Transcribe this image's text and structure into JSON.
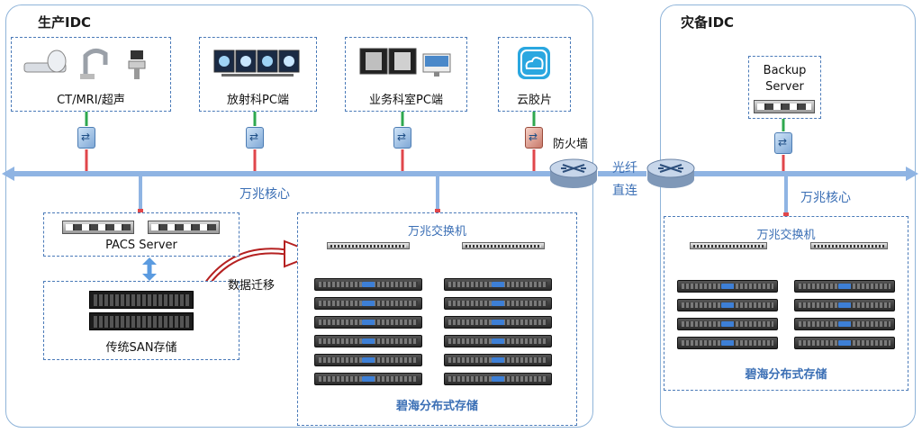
{
  "production": {
    "title": "生产IDC"
  },
  "dr": {
    "title": "灾备IDC"
  },
  "terminals": {
    "ct": "CT/MRI/超声",
    "radiology": "放射科PC端",
    "business": "业务科室PC端",
    "cloud": "云胶片"
  },
  "firewall": "防火墙",
  "fiber": {
    "line1": "光纤",
    "line2": "直连"
  },
  "core_left": "万兆核心",
  "core_right": "万兆核心",
  "backup": {
    "line1": "Backup",
    "line2": "Server"
  },
  "pacs": "PACS Server",
  "san": "传统SAN存储",
  "migration": "数据迁移",
  "switch_left": "万兆交换机",
  "switch_right": "万兆交换机",
  "storage_left": "碧海分布式存储",
  "storage_right": "碧海分布式存储",
  "colors": {
    "trunk": "#8fb4e3",
    "link_red": "#e0464b",
    "link_green": "#2fa84f",
    "accent_blue": "#3b6fb5",
    "migration_red": "#b52020"
  }
}
